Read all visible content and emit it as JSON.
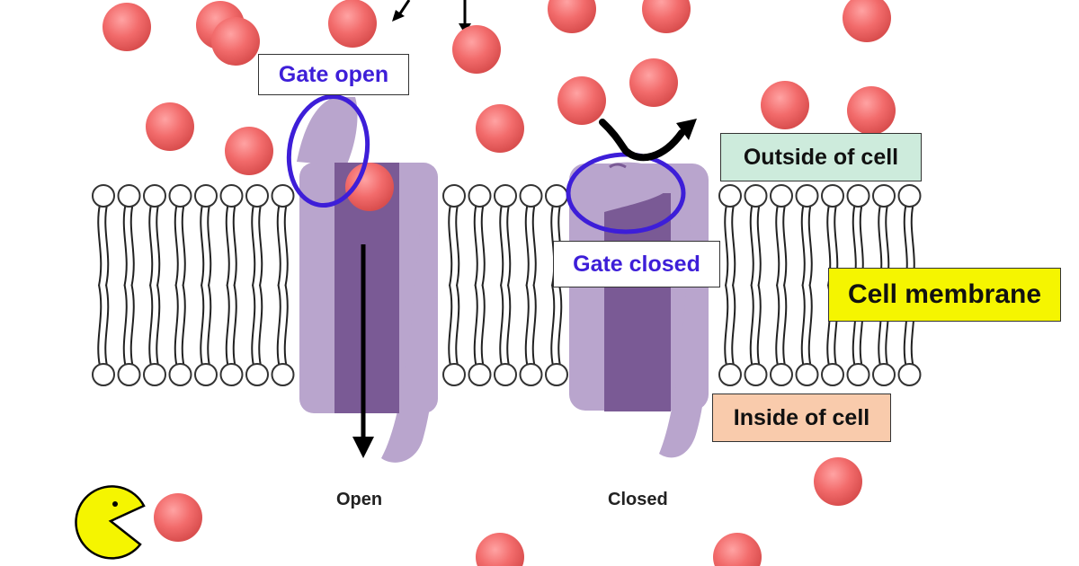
{
  "labels": {
    "gate_open": "Gate open",
    "gate_closed": "Gate closed",
    "outside": "Outside of cell",
    "membrane": "Cell membrane",
    "inside": "Inside of cell"
  },
  "captions": {
    "open": "Open",
    "closed": "Closed"
  },
  "colors": {
    "ion": "#f26b6b",
    "channel_light": "#b9a5cd",
    "channel_dark": "#7a5a95",
    "highlight_ring": "#3d1ed8",
    "pacman": "#f5f500"
  },
  "icons": [
    "ion-ball",
    "pacman-icon",
    "arrow-down-icon",
    "curved-arrow-icon"
  ]
}
